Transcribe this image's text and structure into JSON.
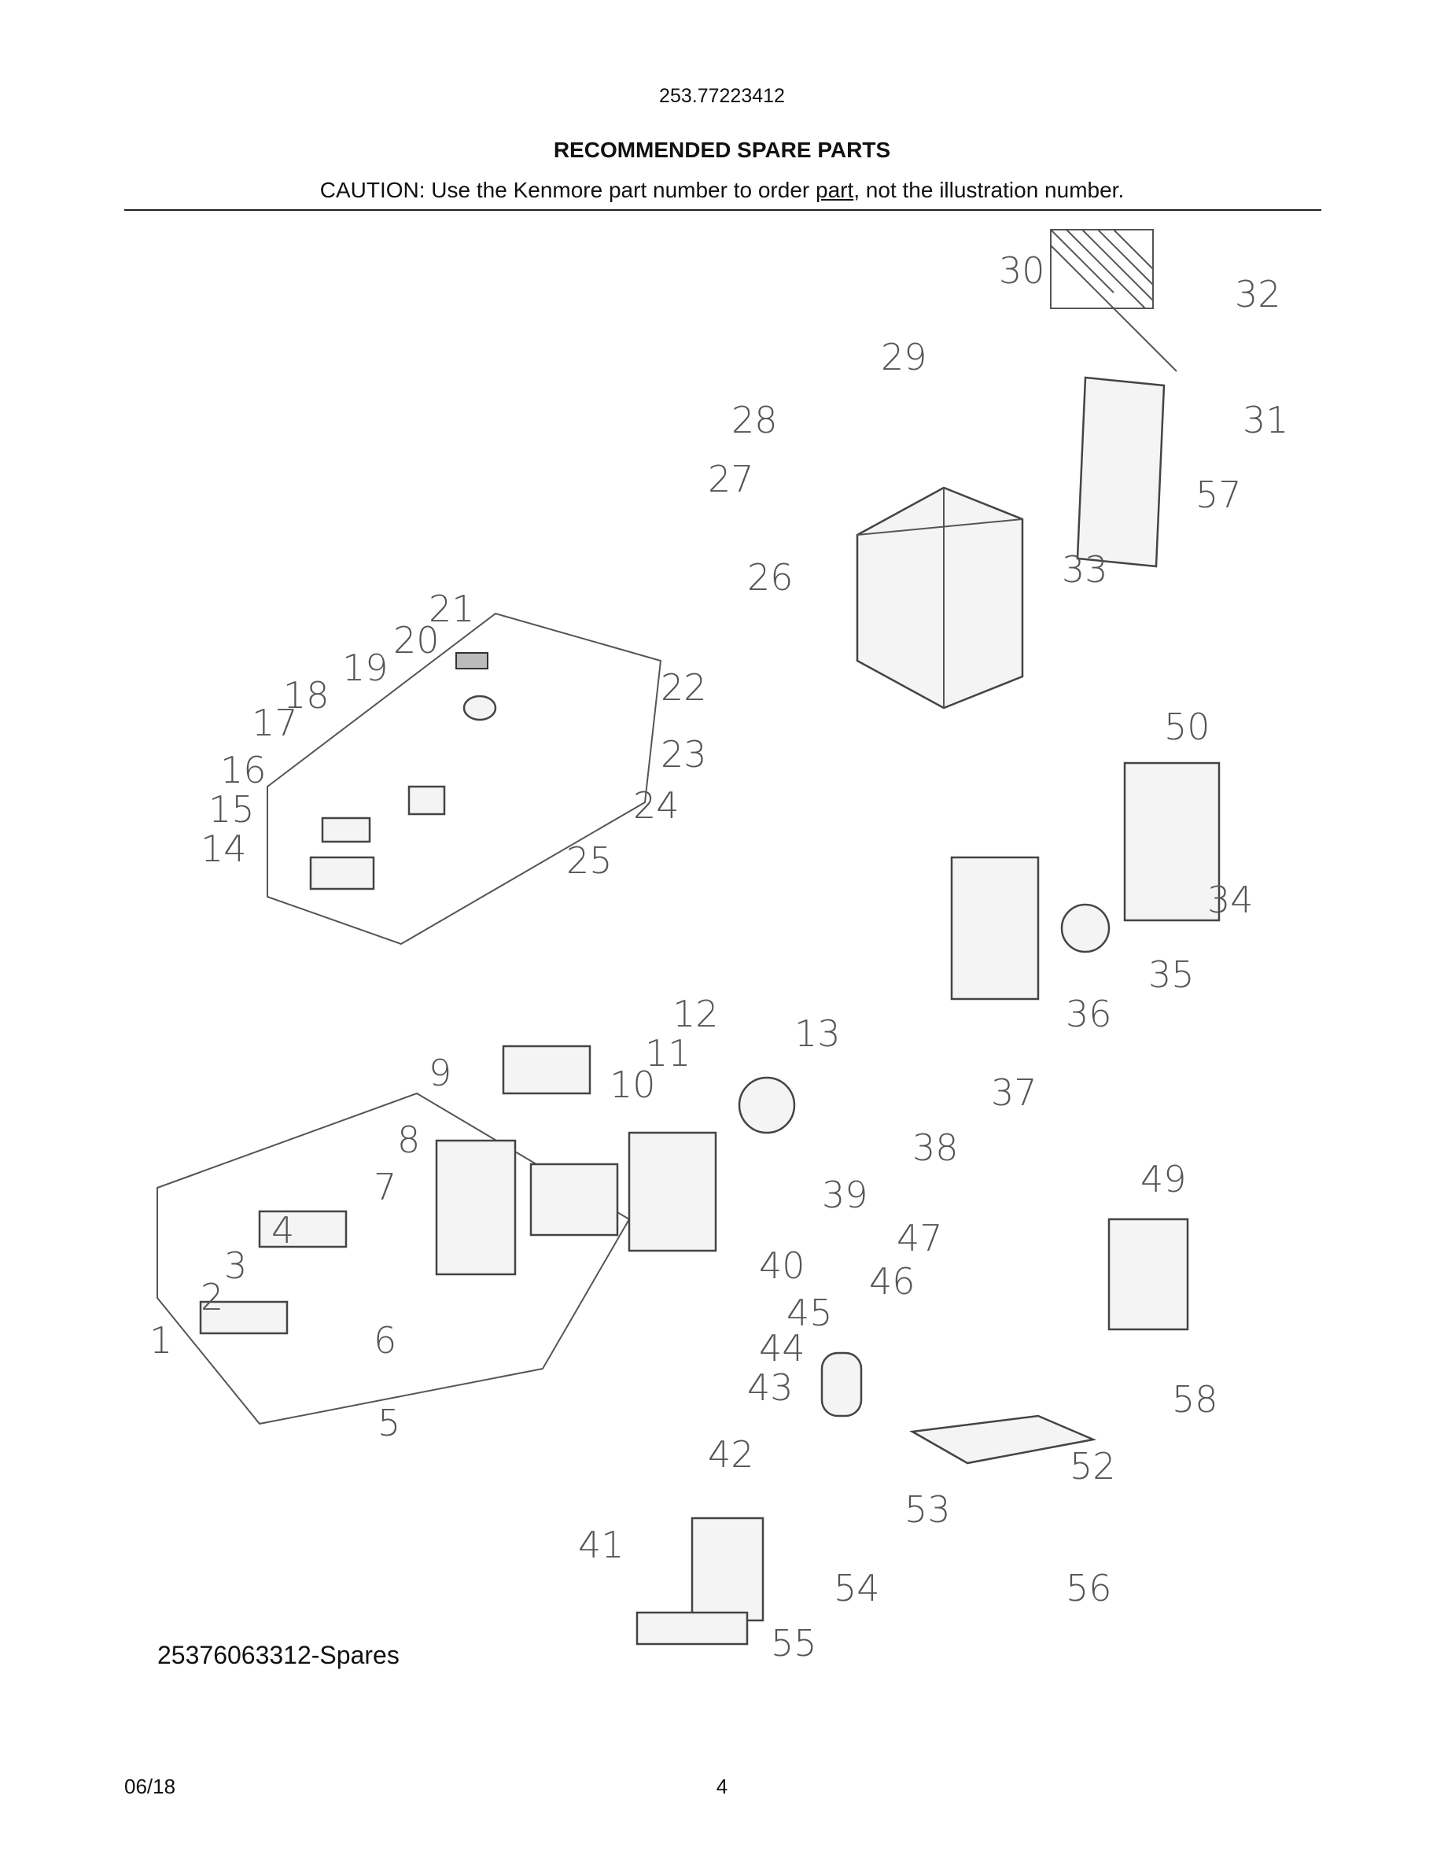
{
  "header": {
    "model_number": "253.77223412",
    "title": "RECOMMENDED SPARE PARTS",
    "caution_prefix": "CAUTION: Use the Kenmore part number to order ",
    "caution_underlined": "part",
    "caution_suffix": ", not the illustration number."
  },
  "diagram": {
    "callouts": [
      "1",
      "2",
      "3",
      "4",
      "5",
      "6",
      "7",
      "8",
      "9",
      "10",
      "11",
      "12",
      "13",
      "14",
      "15",
      "16",
      "17",
      "18",
      "19",
      "20",
      "21",
      "22",
      "23",
      "24",
      "25",
      "26",
      "27",
      "28",
      "29",
      "30",
      "31",
      "32",
      "33",
      "34",
      "35",
      "36",
      "37",
      "38",
      "39",
      "40",
      "41",
      "42",
      "43",
      "44",
      "45",
      "46",
      "47",
      "49",
      "50",
      "52",
      "53",
      "54",
      "55",
      "56",
      "57",
      "58"
    ],
    "reference": "25376063312-Spares"
  },
  "footer": {
    "date": "06/18",
    "page_number": "4"
  }
}
